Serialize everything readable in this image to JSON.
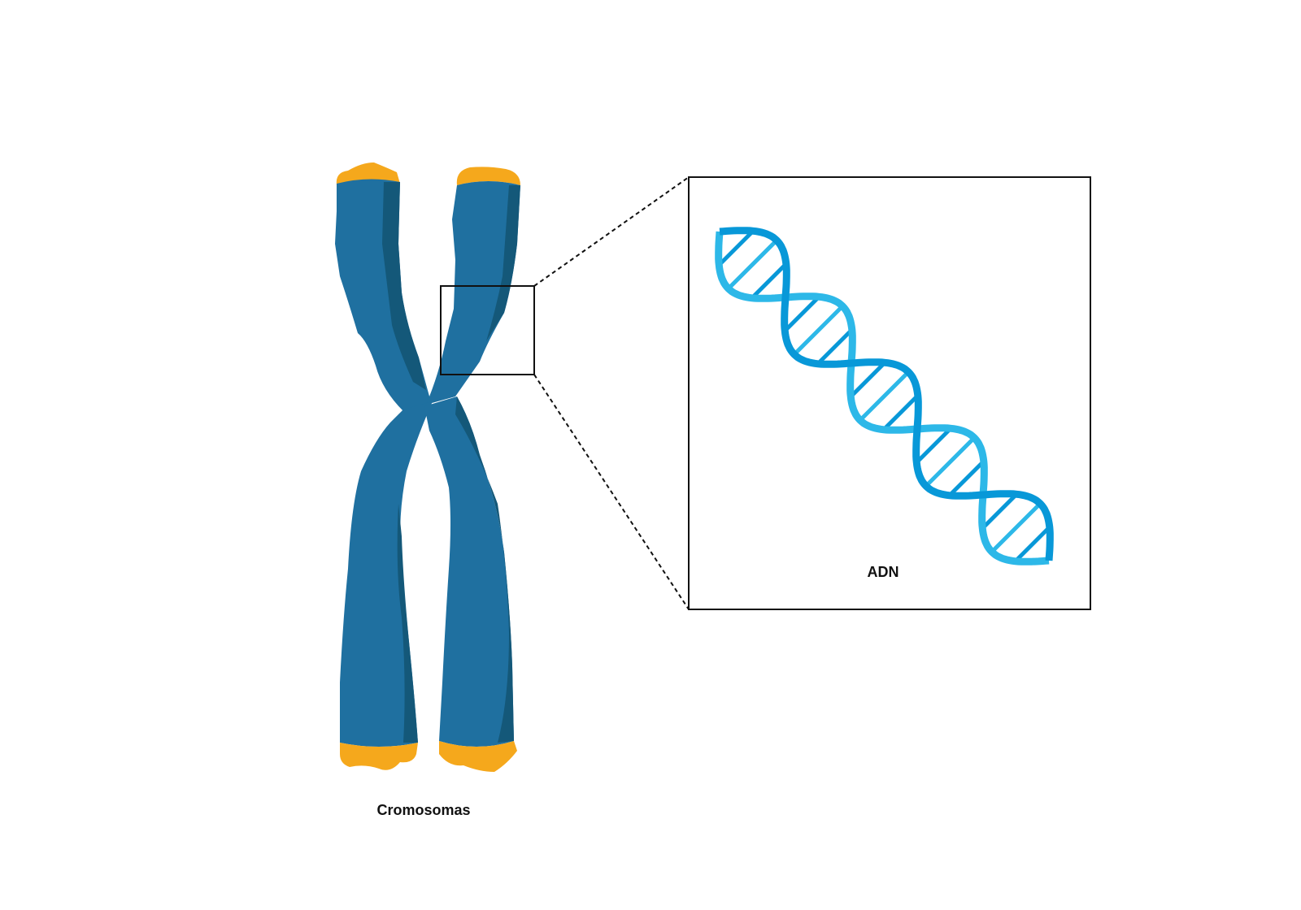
{
  "labels": {
    "chromosome": "Cromosomas",
    "dna": "ADN"
  },
  "colors": {
    "chromatid": "#1f70a0",
    "chromatid_shade": "#145879",
    "telomere": "#f5a81c",
    "telomere_shade": "#dd961a",
    "dna_light": "#2db8e8",
    "dna_dark": "#0898d8",
    "frame": "#111111"
  },
  "dna": {
    "half_turns": 5
  }
}
